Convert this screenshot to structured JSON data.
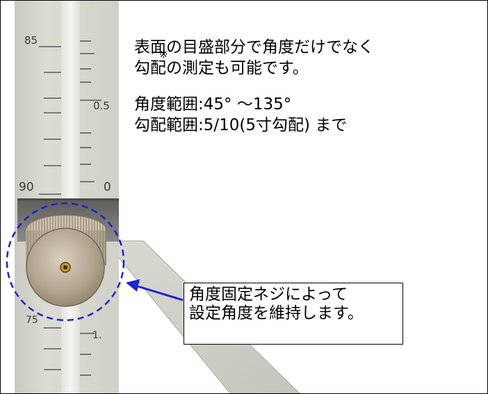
{
  "ruler": {
    "top_labels": {
      "left": "85",
      "right_mid": "0.5"
    },
    "bottom_labels": {
      "left": "90",
      "right": "0"
    },
    "lower_label": "75",
    "lower_right_label": "1."
  },
  "info": {
    "line1": "表面の目盛部分で角度だけでなく",
    "line2_prefix": "勾配",
    "line2_note_mark": "※",
    "line2_suffix": "の測定も可能です。",
    "angle_range": "角度範囲:45° ～135°",
    "slope_range": "勾配範囲:5/10(5寸勾配) まで"
  },
  "callout": {
    "line1": "角度固定ネジによって",
    "line2": "設定角度を維持します。"
  },
  "colors": {
    "ruler_face": "#d4d4cc",
    "groove": "#ececea",
    "dashed_circle": "#1a22d8",
    "arrow": "#1a22d8",
    "metal_block": "#6e6e6a",
    "knob": "#9a8e78"
  }
}
